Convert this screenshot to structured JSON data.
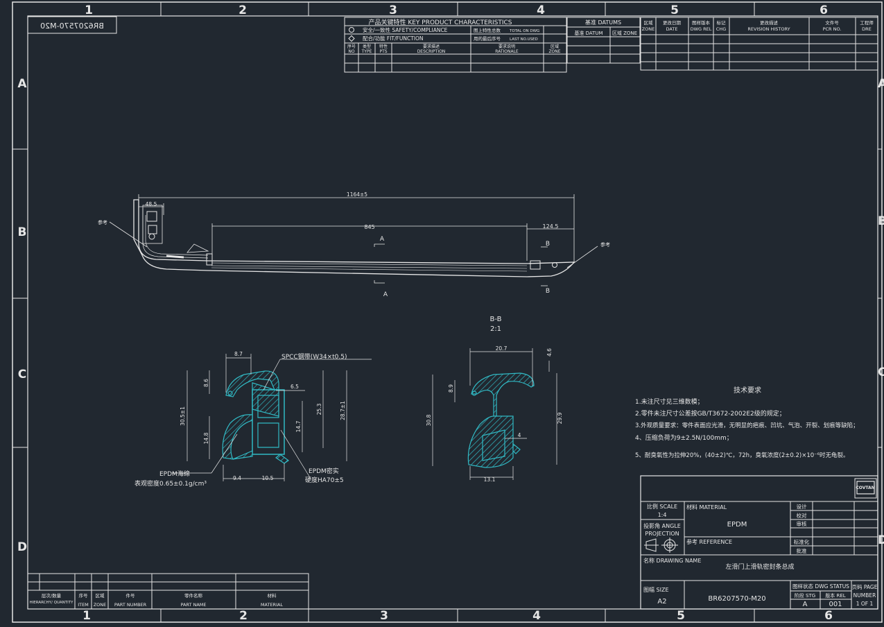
{
  "frame": {
    "columns": [
      "1",
      "2",
      "3",
      "4",
      "5",
      "6"
    ],
    "rows": [
      "A",
      "B",
      "C",
      "D"
    ],
    "drawing_number_mirrored": "BR6207570-M20"
  },
  "kpc_table": {
    "title": "产品关键特性 KEY PRODUCT CHARACTERISTICS",
    "safety": "安全/一致性 SAFETY/COMPLIANCE",
    "fit": "配合/功能 FIT/FUNCTION",
    "total_on_dwg_cn": "图上特性总数",
    "total_on_dwg_en": "TOTAL ON DWG",
    "last_no_used_cn": "用的最后序号",
    "last_no_used_en": "LAST NO.USED",
    "cols": [
      {
        "cn": "序号",
        "en": "NO"
      },
      {
        "cn": "类型",
        "en": "TYPE"
      },
      {
        "cn": "特性",
        "en": "PTS"
      },
      {
        "cn": "要求描述",
        "en": "DESCRIPTION"
      },
      {
        "cn": "要求说明",
        "en": "RATIONALE"
      },
      {
        "cn": "区域",
        "en": "ZONE"
      }
    ]
  },
  "datum_table": {
    "title": "基准 DATUMS",
    "col1": "基准 DATUM",
    "col2": "区域 ZONE"
  },
  "revision_table": {
    "cols": [
      {
        "cn": "区域",
        "en": "ZONE"
      },
      {
        "cn": "更改日期",
        "en": "DATE"
      },
      {
        "cn": "图样版本",
        "en": "DWG REL"
      },
      {
        "cn": "标记",
        "en": "CHG"
      },
      {
        "cn": "更改描述",
        "en": "REVISION HISTORY"
      },
      {
        "cn": "文件号",
        "en": "PCR NO."
      },
      {
        "cn": "工程师",
        "en": "DRE"
      }
    ]
  },
  "main_view": {
    "dim_total": "1164±5",
    "dim_left": "48.5",
    "dim_mid": "845",
    "dim_right": "124.5",
    "label_left": "参考",
    "label_right": "参考",
    "section_a": "A",
    "section_b": "B"
  },
  "section_aa": {
    "dims": [
      "8.7",
      "8.6",
      "30.5±1",
      "14.8",
      "6.5",
      "25.3",
      "28.7±1",
      "14.7",
      "9.4",
      "10.5"
    ],
    "spcc_note": "SPCC钢带(W34×t0.5)",
    "epdm_sponge": "EPDM海绵",
    "density": "表观密度0.65±0.1g/cm³",
    "epdm_dense": "EPDM密实",
    "hardness": "硬度HA70±5"
  },
  "section_bb": {
    "title": "B-B",
    "scale": "2:1",
    "dims": [
      "20.7",
      "4.6",
      "8.9",
      "30.8",
      "29.9",
      "4",
      "13.1"
    ]
  },
  "tech_requirements": {
    "title": "技术要求",
    "items": [
      "1.未注尺寸见三维数模；",
      "2.零件未注尺寸公差按GB/T3672-2002E2级的规定；",
      "3.外观质量要求：零件表面应光滑，无明显的疤痕、凹坑、气泡、开裂、划痕等缺陷；",
      "4、压缩负荷为9±2.5N/100mm；",
      "5、耐臭氧性为拉伸20%，(40±2)℃，72h，臭氧浓度(2±0.2)×10⁻⁶时无龟裂。"
    ]
  },
  "title_block": {
    "logo": "COVTAN",
    "scale_label": "比例 SCALE",
    "scale_value": "1:4",
    "material_label": "材料 MATERIAL",
    "material_value": "EPDM",
    "angle_label_cn": "投影角 ANGLE",
    "angle_label_en": "PROJECTION",
    "reference_label": "参考 REFERENCE",
    "sign_rows": [
      "设计",
      "校对",
      "审核",
      "标准化",
      "批准"
    ],
    "drawing_name_label": "名称 DRAWING NAME",
    "drawing_name": "左滑门上滑轨密封条总成",
    "size_label": "图幅 SIZE",
    "size_value": "A2",
    "drawing_number": "BR6207570-M20",
    "dwg_status_label": "图样状态 DWG STATUS",
    "stage_label": "阶段 STG",
    "stage_value": "A",
    "rel_label": "版本 REL",
    "rel_value": "001",
    "page_label_cn": "页码 PAGE",
    "page_label_en": "NUMBER",
    "page_value": "1 OF 1"
  },
  "parts_list": {
    "cols": [
      {
        "cn": "层次/数量",
        "en": "HIERARCHY/ QUANTITY"
      },
      {
        "cn": "序号",
        "en": "ITEM"
      },
      {
        "cn": "区域",
        "en": "ZONE"
      },
      {
        "cn": "件号",
        "en": "PART NUMBER"
      },
      {
        "cn": "零件名称",
        "en": "PART NAME"
      },
      {
        "cn": "材料",
        "en": "MATERIAL"
      }
    ]
  },
  "colors": {
    "background": "#212830",
    "line": "#e6e6e6",
    "hatch": "#31b9c4"
  }
}
